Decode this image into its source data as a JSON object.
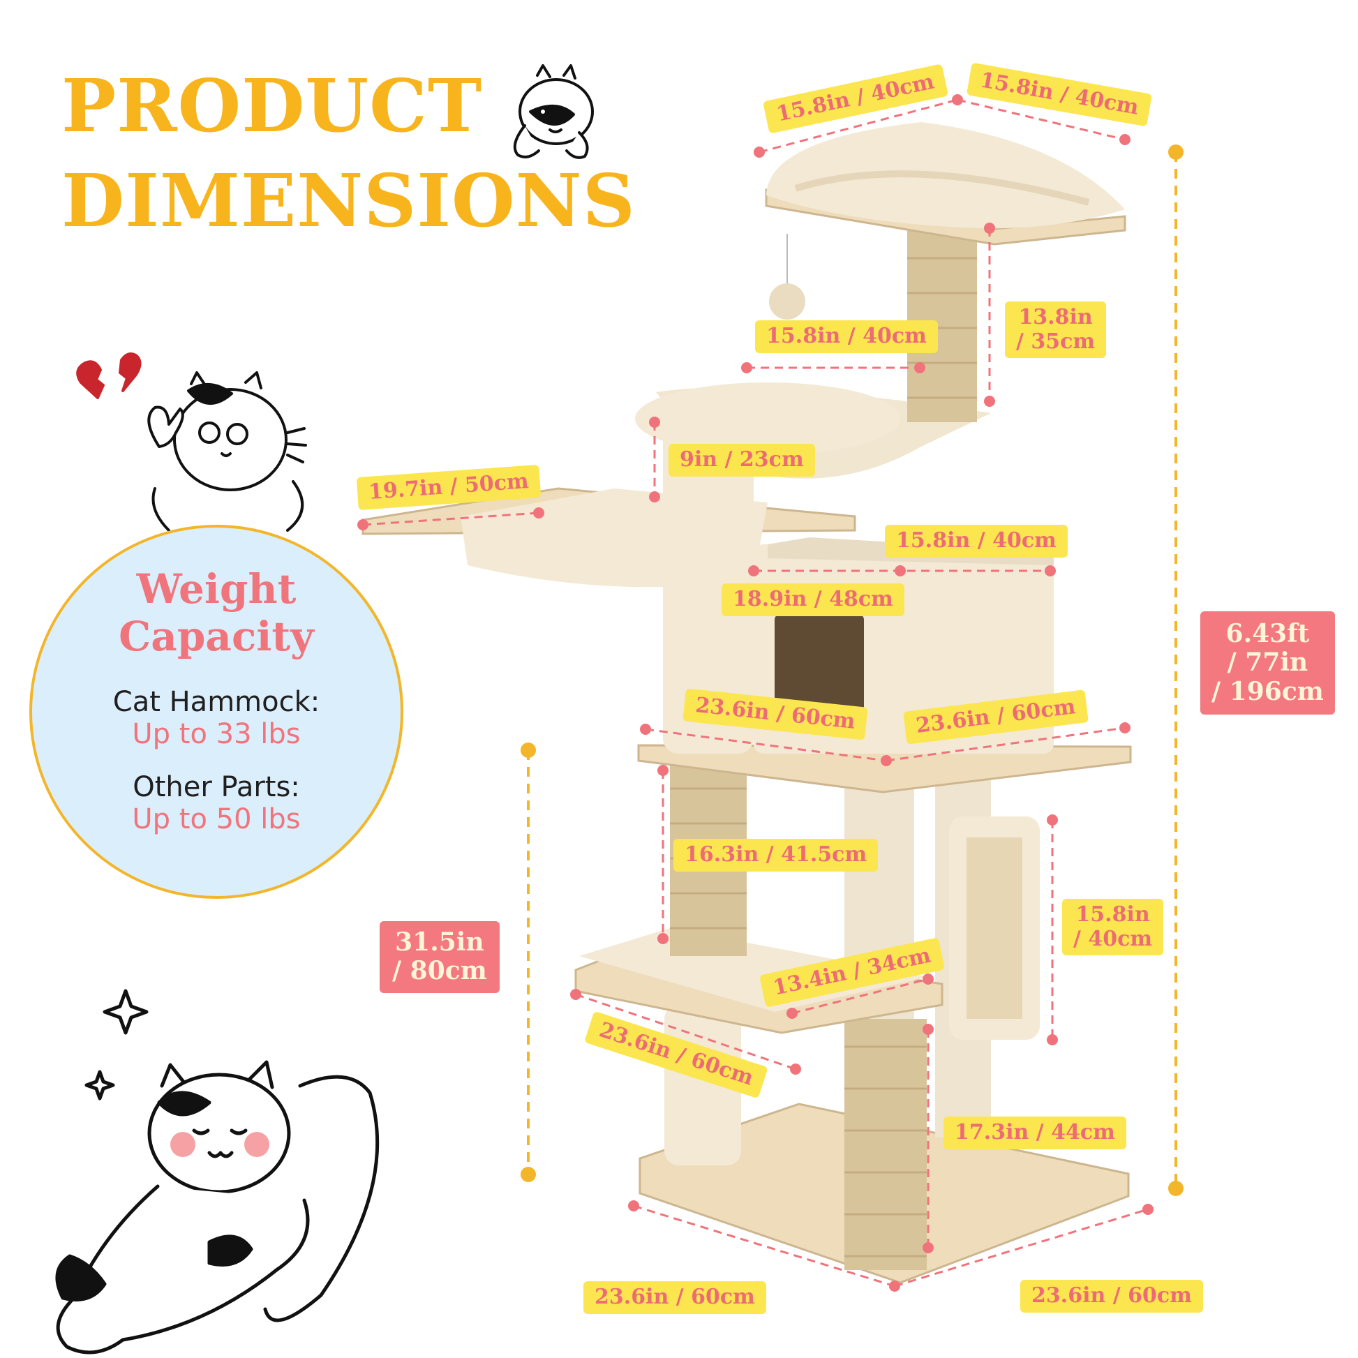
{
  "title": {
    "line1": "PRODUCT",
    "line2": "DIMENSIONS"
  },
  "weight_capacity": {
    "title_line1": "Weight",
    "title_line2": "Capacity",
    "hammock_label": "Cat Hammock:",
    "hammock_value": "Up to 33 lbs",
    "other_label": "Other Parts:",
    "other_value": "Up to 50 lbs"
  },
  "dimensions": {
    "top_left": "15.8in / 40cm",
    "top_right": "15.8in / 40cm",
    "top_post_height_line1": "13.8in",
    "top_post_height_line2": "/ 35cm",
    "hammock_width": "15.8in / 40cm",
    "hammock_depth": "9in / 23cm",
    "side_platform": "19.7in / 50cm",
    "condo_width": "15.8in / 40cm",
    "condo_depth": "18.9in / 48cm",
    "mid_platform_left": "23.6in / 60cm",
    "mid_platform_right": "23.6in / 60cm",
    "total_height_line1": "6.43ft",
    "total_height_line2": "/ 77in",
    "total_height_line3": "/ 196cm",
    "mid_post_height": "16.3in / 41.5cm",
    "scratch_pad_line1": "15.8in",
    "scratch_pad_line2": "/ 40cm",
    "lower_height_line1": "31.5in",
    "lower_height_line2": "/ 80cm",
    "low_platform_width": "13.4in / 34cm",
    "low_platform_depth": "23.6in / 60cm",
    "base_post_height": "17.3in / 44cm",
    "base_left": "23.6in / 60cm",
    "base_right": "23.6in / 60cm"
  },
  "colors": {
    "title": "#f8b41c",
    "tag_fill": "#fbe64f",
    "tag_text": "#ec6b75",
    "accent_pink": "#f3787f",
    "plush": "#f3e9d5",
    "wood": "#eedcba",
    "sisal": "#d8c49b",
    "circle_fill": "#dbeefb",
    "circle_border": "#f3b62a",
    "leader_line": "#f0737b"
  }
}
